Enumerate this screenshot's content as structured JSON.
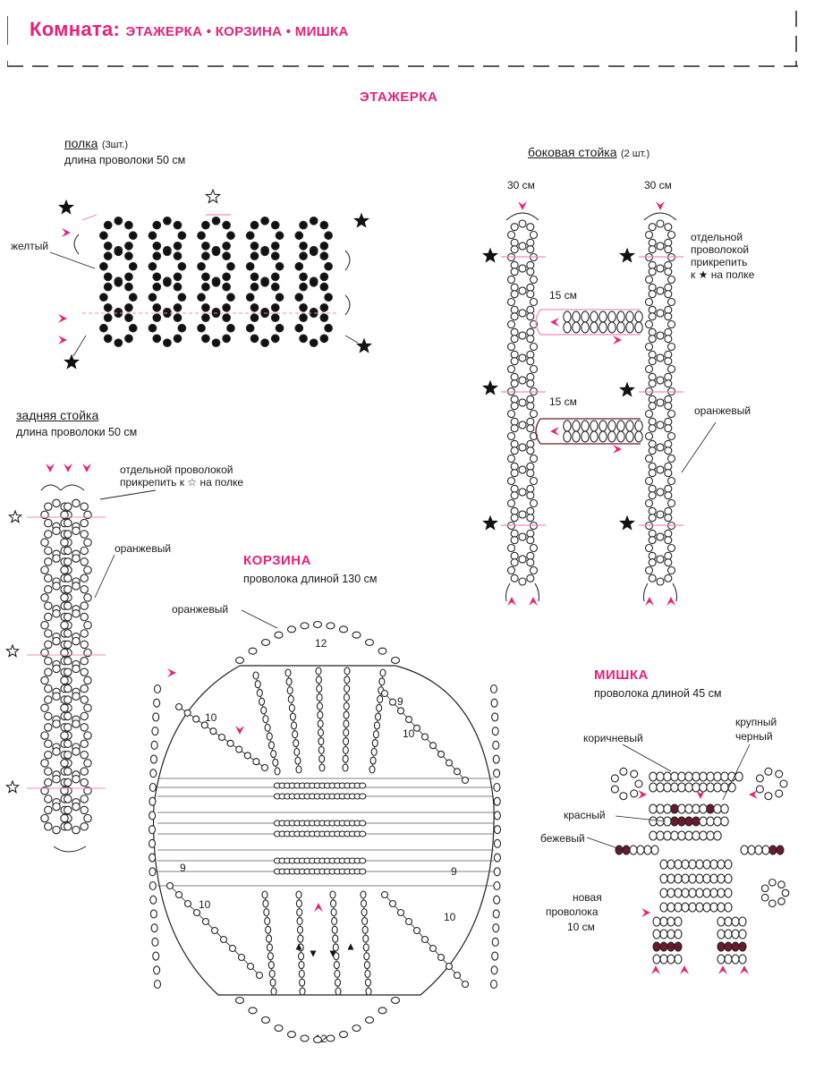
{
  "header": {
    "title_prefix": "Комната:",
    "title_items": "ЭТАЖЕРКА • КОРЗИНА • МИШКА"
  },
  "etazherka": {
    "heading": "ЭТАЖЕРКА",
    "polka": {
      "name": "полка",
      "count": "(3шт.)",
      "wire": "длина проволоки 50 см",
      "color_label": "желтый"
    },
    "zadnyaya_stoyka": {
      "name": "задняя стойка",
      "wire": "длина проволоки 50 см",
      "note": "отдельной проволокой прикрепить к",
      "note_end": "на полке",
      "color_label": "оранжевый"
    },
    "bokovaya_stoyka": {
      "name": "боковая стойка",
      "count": "(2 шт.)",
      "len_left": "30 см",
      "len_right": "30 см",
      "note_lines": [
        "отдельной",
        "проволокой",
        "прикрепить",
        "к"
      ],
      "note_end": "на полке",
      "rung_upper": "15 см",
      "rung_lower": "15 см",
      "color_label": "оранжевый"
    }
  },
  "korzina": {
    "heading": "КОРЗИНА",
    "wire": "проволока длиной 130 см",
    "color_label": "оранжевый",
    "counts": {
      "top": "12",
      "bottom": "12",
      "upper_left": "10",
      "upper_right_a": "9",
      "upper_right_b": "10",
      "mid_left": "9",
      "mid_right": "9",
      "lower_left": "10",
      "lower_right": "10"
    }
  },
  "mishka": {
    "heading": "МИШКА",
    "wire": "проволока длиной 45 см",
    "labels": {
      "brown": "коричневый",
      "large_black_1": "крупный",
      "large_black_2": "черный",
      "red": "красный",
      "beige": "бежевый",
      "new_wire_1": "новая",
      "new_wire_2": "проволока",
      "new_wire_3": "10 см"
    }
  },
  "colors": {
    "accent_pink": "#e8207a",
    "bead_black": "#111111",
    "bead_dark_red": "#6b1a2e",
    "line_pink": "#f08cc0"
  }
}
